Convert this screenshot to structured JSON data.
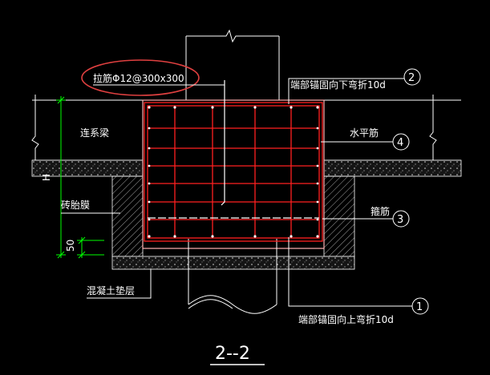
{
  "drawing": {
    "section_title": "2--2",
    "tie_bar_note": "拉筋Φ12@300x300",
    "labels": {
      "connecting_beam": "连系梁",
      "brick_mold": "砖胎膜",
      "concrete_bedding": "混凝土垫层",
      "horizontal_bar": "水平筋",
      "stirrup": "箍筋",
      "top_anchor_note": "端部锚固向下弯折10d",
      "bottom_anchor_note": "端部锚固向上弯折10d"
    },
    "bubbles": [
      "1",
      "2",
      "3",
      "4"
    ],
    "dimensions": {
      "height_label": "H",
      "cover_label": "50"
    }
  },
  "colors": {
    "background": "#000000",
    "rebar": "#ff2020",
    "outline": "#ffffff",
    "highlight": "#e04040",
    "leader": "#ffffff",
    "dim": "#00ff00",
    "concrete_edge": "#ffb0b0"
  }
}
